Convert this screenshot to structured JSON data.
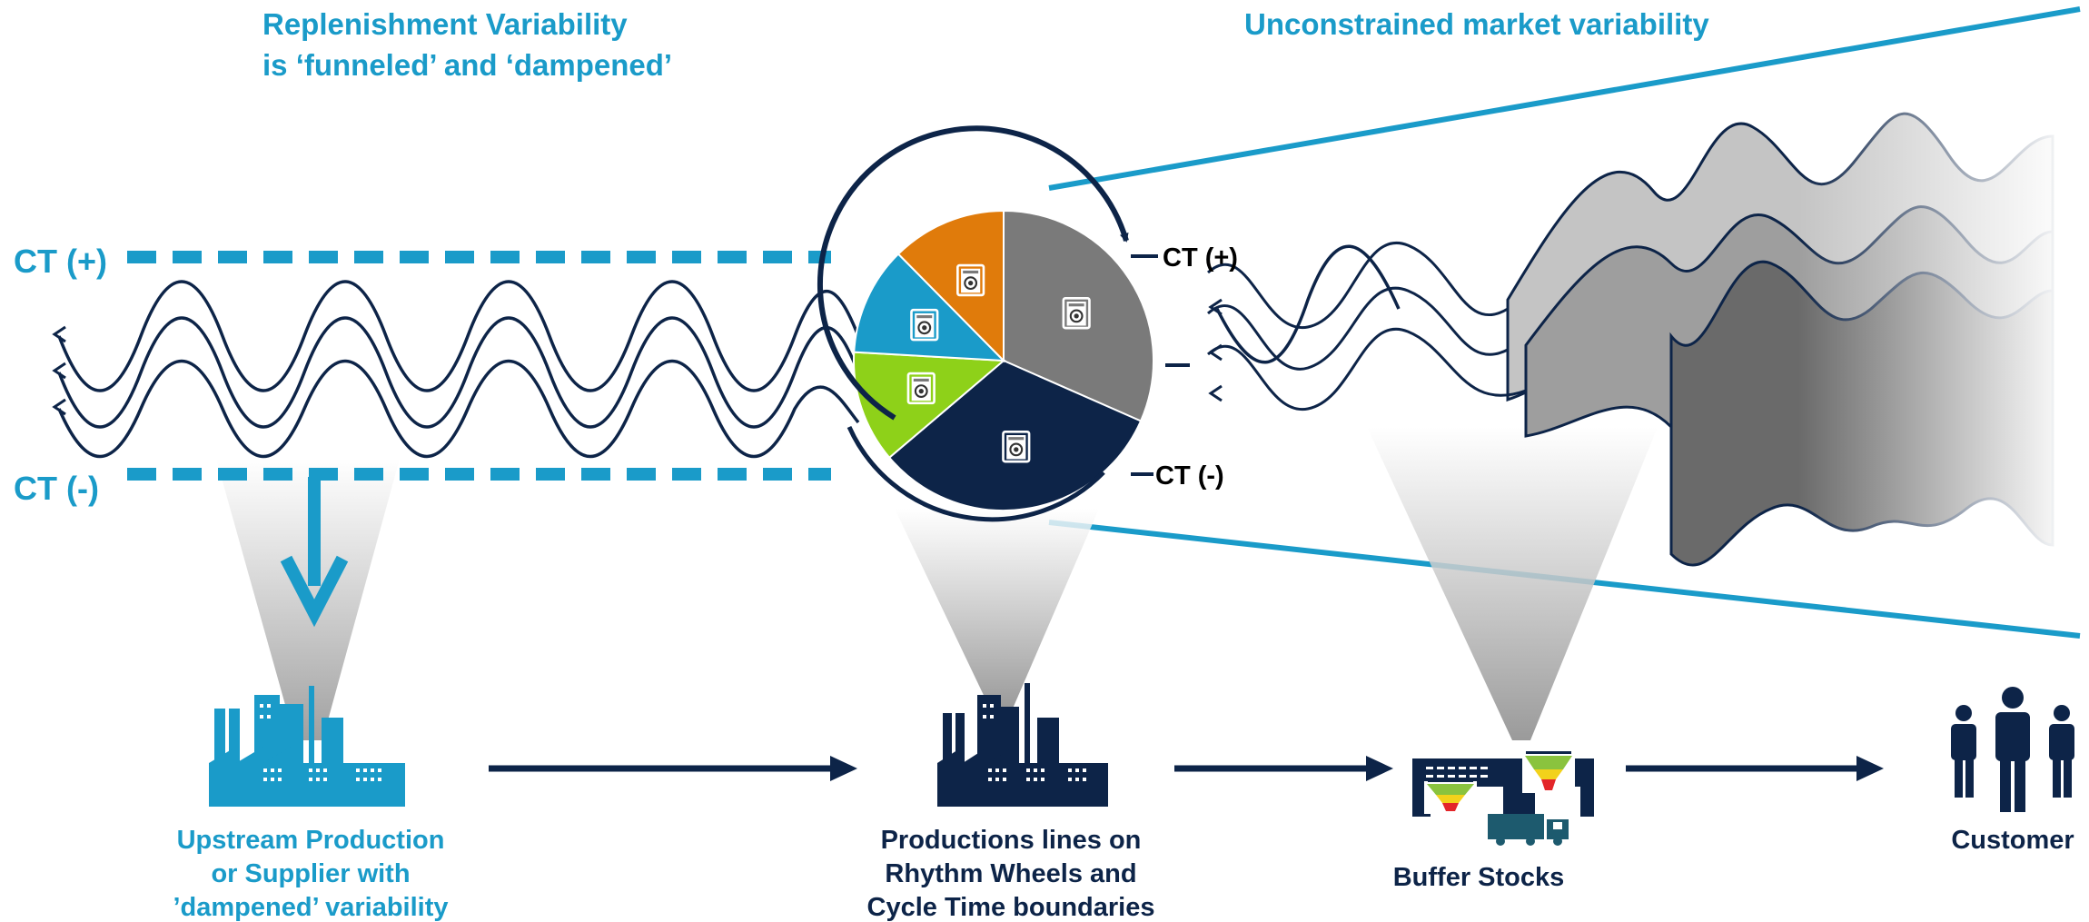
{
  "colors": {
    "accent_blue": "#1a9bc9",
    "navy": "#0d2448",
    "dark_gray": "#6e6e6e",
    "mid_gray": "#9a9a9a",
    "light_gray": "#d0d0d0",
    "orange": "#e07b0b",
    "lime": "#8ed119",
    "pie_blue": "#1a9bc9",
    "pie_gray": "#7a7a7a",
    "pie_navy": "#0d2448",
    "buffer_green": "#8ac33e",
    "buffer_yellow": "#f2d21b",
    "buffer_red": "#e3262a",
    "truck": "#1d5a6e"
  },
  "headings": {
    "replenishment_line1": "Replenishment Variability",
    "replenishment_line2": "is ‘funneled’ and ‘dampened’",
    "market": "Unconstrained market variability"
  },
  "labels": {
    "ct_plus_left": "CT (+)",
    "ct_minus_left": "CT (-)",
    "ct_plus_right": "CT (+)",
    "ct_minus_right": "CT (-)"
  },
  "nodes": {
    "upstream": [
      "Upstream Production",
      "or Supplier with",
      "’dampened’ variability"
    ],
    "production": [
      "Productions lines on",
      "Rhythm Wheels and",
      "Cycle Time boundaries"
    ],
    "buffer": [
      "Buffer Stocks"
    ],
    "customer": [
      "Customer"
    ]
  },
  "pie": {
    "slices": [
      {
        "name": "gray-product",
        "color": "#7a7a7a",
        "value": 0.316
      },
      {
        "name": "navy-product",
        "color": "#0d2448",
        "value": 0.322
      },
      {
        "name": "lime-product",
        "color": "#8ed119",
        "value": 0.121
      },
      {
        "name": "blue-product",
        "color": "#1a9bc9",
        "value": 0.117
      },
      {
        "name": "orange-product",
        "color": "#e07b0b",
        "value": 0.124
      }
    ],
    "icon_name": "washing-machine-icon"
  },
  "icons": {
    "upstream": "factory-icon",
    "production": "factory-icon",
    "buffer": "warehouse-icon",
    "customer": "people-icon"
  }
}
